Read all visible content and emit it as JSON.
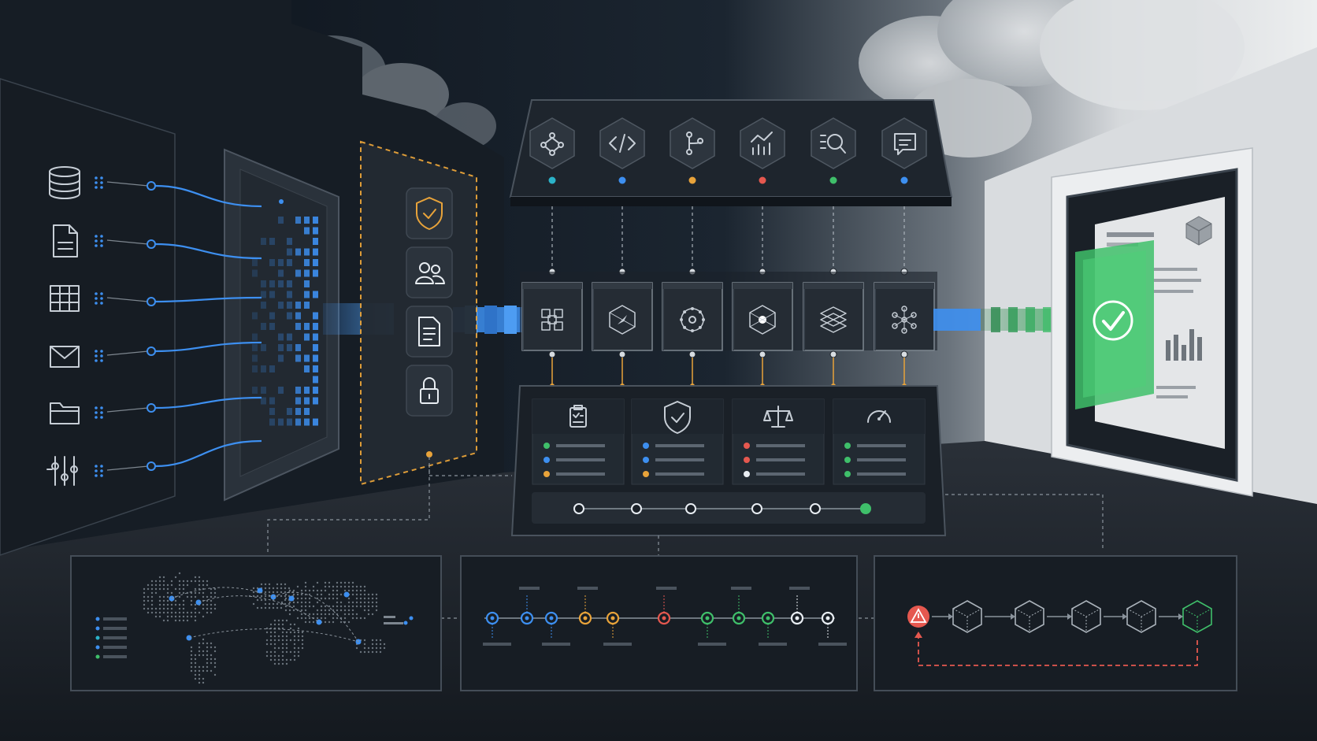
{
  "colors": {
    "blue": "#3d8ff0",
    "teal": "#2bb3c9",
    "orange": "#e8a33a",
    "red": "#e5584f",
    "green": "#3fbf6a",
    "white": "#e8edf2",
    "panel": "#1d242c",
    "panel_dark": "#141a21",
    "stroke": "#5c6671",
    "icon": "#c7ced6"
  },
  "sources": [
    {
      "icon": "database-icon"
    },
    {
      "icon": "document-icon"
    },
    {
      "icon": "spreadsheet-icon"
    },
    {
      "icon": "email-icon"
    },
    {
      "icon": "folder-icon"
    },
    {
      "icon": "sliders-icon"
    }
  ],
  "governance_layer": [
    {
      "icon": "shield-check-icon",
      "accent": "orange"
    },
    {
      "icon": "users-icon",
      "accent": "white"
    },
    {
      "icon": "policy-document-icon",
      "accent": "white"
    },
    {
      "icon": "lock-icon",
      "accent": "white"
    }
  ],
  "tool_bar": [
    {
      "icon": "workflow-graph-icon",
      "dot": "teal"
    },
    {
      "icon": "code-icon",
      "dot": "blue"
    },
    {
      "icon": "branch-icon",
      "dot": "orange"
    },
    {
      "icon": "analytics-icon",
      "dot": "red"
    },
    {
      "icon": "search-inspect-icon",
      "dot": "green"
    },
    {
      "icon": "chat-message-icon",
      "dot": "blue"
    }
  ],
  "processing_cubes": [
    {
      "icon": "cube-cluster-icon"
    },
    {
      "icon": "cube-compass-icon"
    },
    {
      "icon": "network-node-icon"
    },
    {
      "icon": "core-cube-icon"
    },
    {
      "icon": "layers-icon"
    },
    {
      "icon": "molecule-graph-icon"
    }
  ],
  "evaluation_panel": {
    "columns": [
      {
        "icon": "checklist-icon",
        "dots": [
          "green",
          "blue",
          "orange"
        ]
      },
      {
        "icon": "shield-check-icon",
        "dots": [
          "blue",
          "blue",
          "orange"
        ]
      },
      {
        "icon": "scales-icon",
        "dots": [
          "red",
          "red",
          "white"
        ]
      },
      {
        "icon": "gauge-icon",
        "dots": [
          "green",
          "green",
          "green"
        ]
      }
    ],
    "timeline_nodes": 6
  },
  "output_panel": {
    "status": "approved",
    "icon": "checkmark-icon",
    "cube_icon": "box-3d-icon"
  },
  "bottom_panels": [
    {
      "name": "global-map",
      "icon": "world-map-icon"
    },
    {
      "name": "event-timeline",
      "node_colors": [
        "blue",
        "blue",
        "blue",
        "orange",
        "orange",
        "red",
        "green",
        "green",
        "green",
        "white",
        "white"
      ]
    },
    {
      "name": "recovery-loop",
      "alert_icon": "warning-icon",
      "cube_colors": [
        "white",
        "white",
        "white",
        "white",
        "green"
      ]
    }
  ]
}
